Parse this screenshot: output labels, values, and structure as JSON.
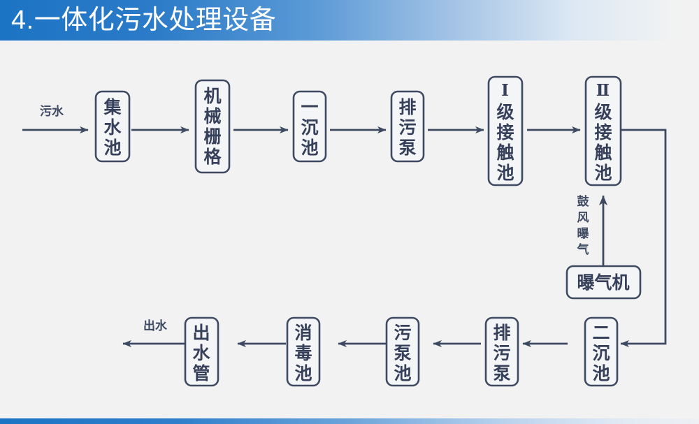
{
  "header": {
    "title": "4.一体化污水处理设备",
    "bg_start_color": "#1c74c4",
    "bg_end_color": "#f2f2f2",
    "text_color": "#ffffff"
  },
  "footer": {
    "bg_start_color": "#1c74c4",
    "bg_end_color": "#eff1f3"
  },
  "canvas": {
    "background_color": "#f2f2f2",
    "line_color": "#3d4a61",
    "node_fill_color": "#f4f5f6",
    "node_text_color": "#36405a"
  },
  "diagram": {
    "type": "process-flowchart",
    "orientation": "serpentine-two-rows",
    "captions": {
      "inlet": "污水",
      "outlet": "出水",
      "aeration": "鼓风曝气"
    },
    "row1": [
      {
        "id": "jishuichi",
        "label": "集水池",
        "prefix": "",
        "orientation": "vertical"
      },
      {
        "id": "jixieshange",
        "label": "机械栅格",
        "prefix": "",
        "orientation": "vertical"
      },
      {
        "id": "yichenchi",
        "label": "一沉池",
        "prefix": "",
        "orientation": "vertical"
      },
      {
        "id": "paiwubeng1",
        "label": "排污泵",
        "prefix": "",
        "orientation": "vertical"
      },
      {
        "id": "jiechuchi1",
        "label": "级接触池",
        "prefix": "Ⅰ",
        "orientation": "vertical"
      },
      {
        "id": "jiechuchi2",
        "label": "级接触池",
        "prefix": "Ⅱ",
        "orientation": "vertical"
      }
    ],
    "row2": [
      {
        "id": "erchenchi",
        "label": "二沉池",
        "prefix": "",
        "orientation": "vertical"
      },
      {
        "id": "paiwubeng2",
        "label": "排污泵",
        "prefix": "",
        "orientation": "vertical"
      },
      {
        "id": "wubengchi",
        "label": "污泵池",
        "prefix": "",
        "orientation": "vertical"
      },
      {
        "id": "xiaoduchi",
        "label": "消毒池",
        "prefix": "",
        "orientation": "vertical"
      },
      {
        "id": "chushuiguan",
        "label": "出水管",
        "prefix": "",
        "orientation": "vertical"
      }
    ],
    "aux": [
      {
        "id": "puqiji",
        "label": "曝气机",
        "orientation": "horizontal"
      }
    ],
    "sequence": [
      "污水",
      "集水池",
      "机械栅格",
      "一沉池",
      "排污泵",
      "Ⅰ级接触池",
      "Ⅱ级接触池",
      "二沉池",
      "排污泵",
      "污泵池",
      "消毒池",
      "出水管",
      "出水"
    ]
  }
}
